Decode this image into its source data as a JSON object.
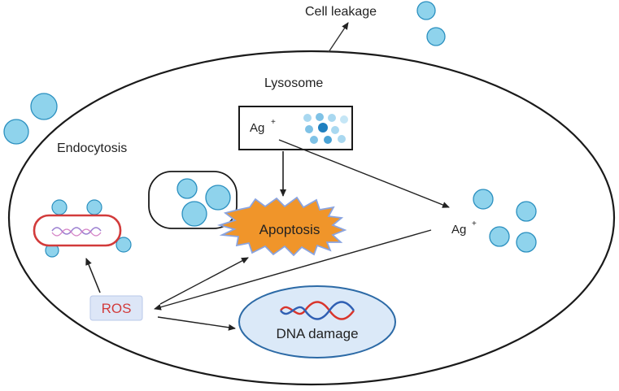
{
  "labels": {
    "cell_leakage": "Cell leakage",
    "lysosome": "Lysosome",
    "endocytosis": "Endocytosis",
    "ag_ion_lysosome": "Ag",
    "ag_ion_right": "Ag",
    "ion_charge": "+",
    "apoptosis": "Apoptosis",
    "ros": "ROS",
    "dna_damage": "DNA damage"
  },
  "colors": {
    "particle_fill": "#8fd3ec",
    "particle_stroke": "#2a8fbf",
    "apoptosis_fill": "#f0952a",
    "apoptosis_stroke": "#8aa4e0",
    "bacterium_stroke": "#d23b3b",
    "ros_text": "#d23b3b",
    "ros_box": "#dde6f7",
    "dna_cell_fill": "#dbe9f8",
    "dna_cell_stroke": "#2c6aa6",
    "dna_strand_red": "#d9342b",
    "dna_strand_blue": "#2f5fb3"
  }
}
